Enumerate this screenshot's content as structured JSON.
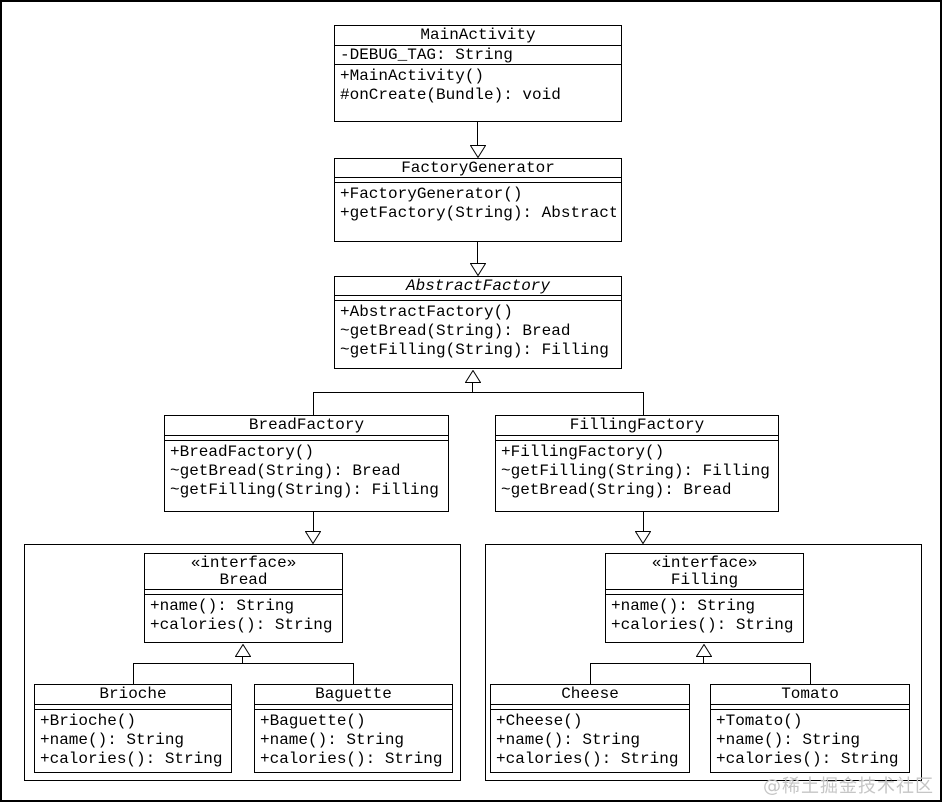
{
  "diagram": {
    "classes": {
      "main_activity": {
        "name": "MainActivity",
        "attributes": [
          "-DEBUG_TAG: String"
        ],
        "methods": [
          "+MainActivity()",
          "#onCreate(Bundle): void"
        ]
      },
      "factory_generator": {
        "name": "FactoryGenerator",
        "methods": [
          "+FactoryGenerator()",
          "+getFactory(String): AbstractFactory"
        ]
      },
      "abstract_factory": {
        "name": "AbstractFactory",
        "methods": [
          "+AbstractFactory()",
          "~getBread(String): Bread",
          "~getFilling(String): Filling"
        ]
      },
      "bread_factory": {
        "name": "BreadFactory",
        "methods": [
          "+BreadFactory()",
          "~getBread(String): Bread",
          "~getFilling(String): Filling"
        ]
      },
      "filling_factory": {
        "name": "FillingFactory",
        "methods": [
          "+FillingFactory()",
          "~getFilling(String): Filling",
          "~getBread(String): Bread"
        ]
      },
      "bread_interface": {
        "stereotype": "«interface»",
        "name": "Bread",
        "methods": [
          "+name(): String",
          "+calories(): String"
        ]
      },
      "filling_interface": {
        "stereotype": "«interface»",
        "name": "Filling",
        "methods": [
          "+name(): String",
          "+calories(): String"
        ]
      },
      "brioche": {
        "name": "Brioche",
        "methods": [
          "+Brioche()",
          "+name(): String",
          "+calories(): String"
        ]
      },
      "baguette": {
        "name": "Baguette",
        "methods": [
          "+Baguette()",
          "+name(): String",
          "+calories(): String"
        ]
      },
      "cheese": {
        "name": "Cheese",
        "methods": [
          "+Cheese()",
          "+name(): String",
          "+calories(): String"
        ]
      },
      "tomato": {
        "name": "Tomato",
        "methods": [
          "+Tomato()",
          "+name(): String",
          "+calories(): String"
        ]
      }
    },
    "watermark": "@稀土掘金技术社区",
    "colors": {
      "line": "#000000",
      "background": "#ffffff",
      "watermark": "#c6c6c6"
    }
  }
}
